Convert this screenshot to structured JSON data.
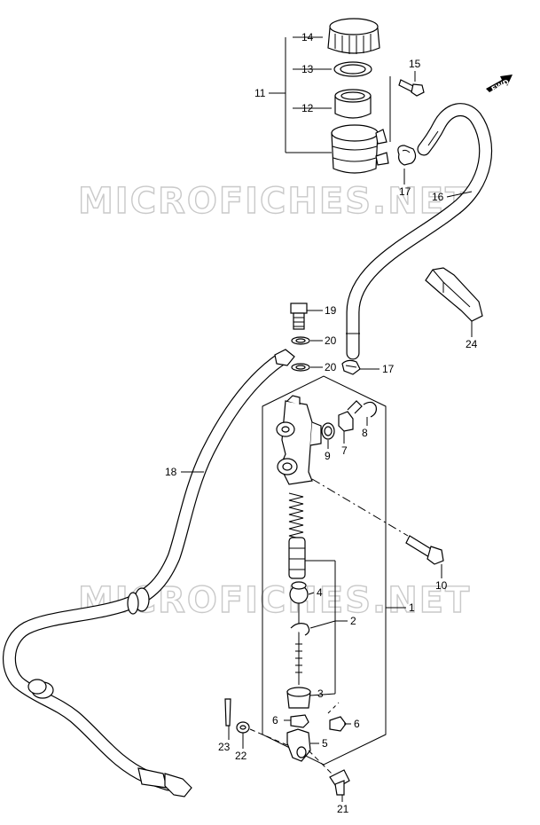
{
  "watermark": {
    "top_text": "MICROFICHES.NET",
    "bottom_text": "MICROFICHES.NET"
  },
  "fwd_badge": "FWD",
  "callouts": {
    "p1": "1",
    "p2": "2",
    "p3": "3",
    "p4": "4",
    "p5": "5",
    "p6a": "6",
    "p6b": "6",
    "p7": "7",
    "p8": "8",
    "p9": "9",
    "p10": "10",
    "p11": "11",
    "p12": "12",
    "p13": "13",
    "p14": "14",
    "p15": "15",
    "p16": "16",
    "p17a": "17",
    "p17b": "17",
    "p18": "18",
    "p19": "19",
    "p20a": "20",
    "p20b": "20",
    "p21": "21",
    "p22": "22",
    "p23": "23",
    "p24": "24"
  }
}
